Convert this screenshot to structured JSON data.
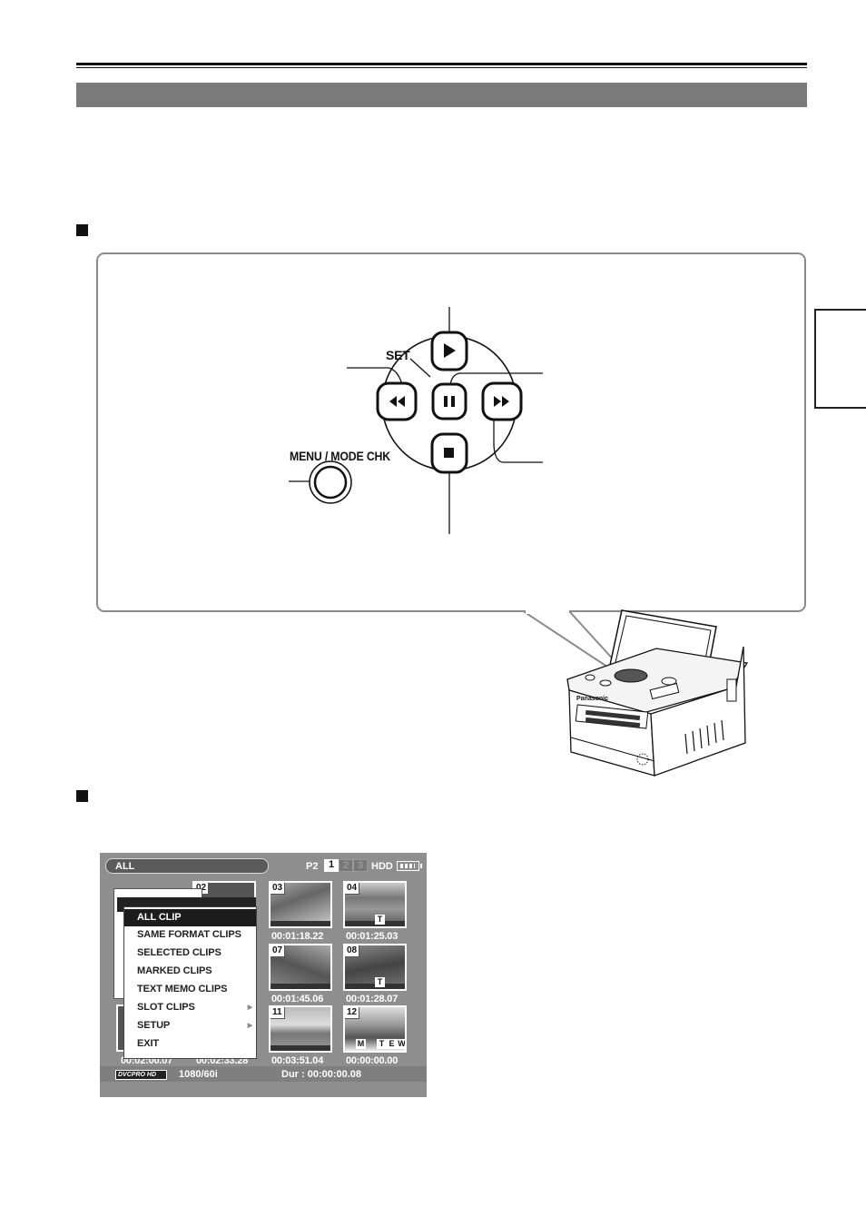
{
  "diagram": {
    "set_label": "SET",
    "menu_label": "MENU / MODE CHK",
    "buttons": [
      "play-button",
      "pause-button",
      "rewind-button",
      "fast-forward-button",
      "stop-button",
      "menu-mode-chk-button"
    ]
  },
  "screen": {
    "mode_label": "ALL",
    "p2_label": "P2",
    "slots": [
      "1",
      "2",
      "3"
    ],
    "hdd_label": "HDD",
    "thumbnails": [
      {
        "num": "03",
        "timecode": "00:01:18.22",
        "flags": []
      },
      {
        "num": "04",
        "timecode": "00:01:25.03",
        "flags": [
          "T"
        ]
      },
      {
        "num": "07",
        "timecode": "00:01:45.06",
        "flags": []
      },
      {
        "num": "08",
        "timecode": "00:01:28.07",
        "flags": [
          "T"
        ]
      },
      {
        "num": "11",
        "timecode": "00:03:51.04",
        "flags": []
      },
      {
        "num": "12",
        "timecode": "00:00:00.00",
        "flags": [
          "M",
          "T",
          "E",
          "W"
        ]
      }
    ],
    "hidden_thumb_num": "02",
    "hidden_timecodes": [
      "00:02:00.07",
      "00:02:33.28"
    ],
    "menu_items": [
      {
        "label": "ALL CLIP",
        "selected": true,
        "submenu": false
      },
      {
        "label": "SAME FORMAT CLIPS",
        "selected": false,
        "submenu": false
      },
      {
        "label": "SELECTED CLIPS",
        "selected": false,
        "submenu": false
      },
      {
        "label": "MARKED CLIPS",
        "selected": false,
        "submenu": false
      },
      {
        "label": "TEXT MEMO CLIPS",
        "selected": false,
        "submenu": false
      },
      {
        "label": "SLOT CLIPS",
        "selected": false,
        "submenu": true
      },
      {
        "label": "SETUP",
        "selected": false,
        "submenu": true
      },
      {
        "label": "EXIT",
        "selected": false,
        "submenu": false
      }
    ],
    "codec_label": "DVCPRO HD",
    "format_label": "1080/60i",
    "duration_label": "Dur : 00:00:00.08"
  },
  "colors": {
    "section_bar": "#7a7a7a",
    "screen_bg": "#8e8e8e",
    "menu_selected": "#1c1c1c"
  }
}
